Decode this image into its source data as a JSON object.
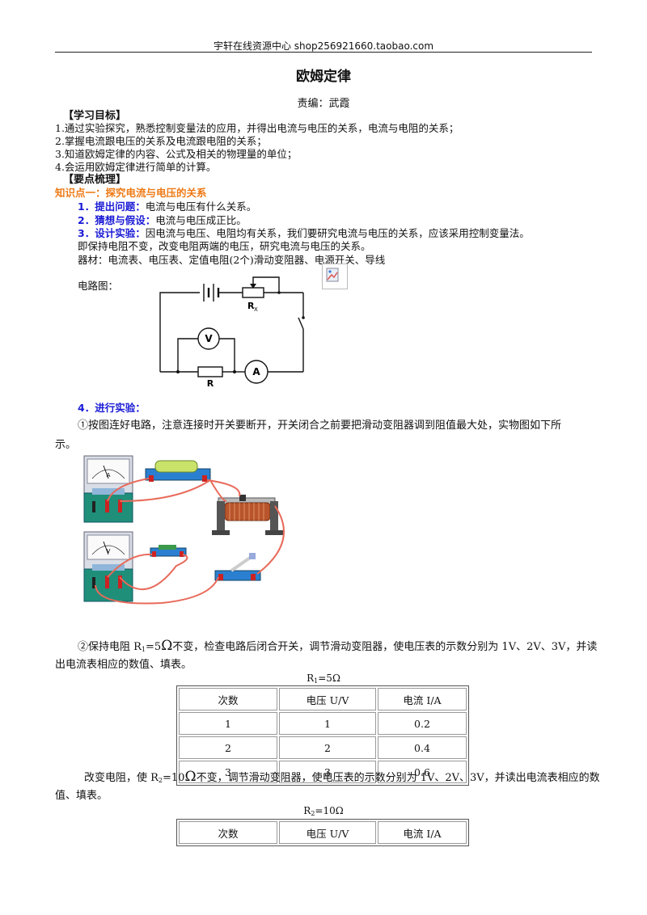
{
  "header": {
    "text": "宇轩在线资源中心   shop256921660.taobao.com"
  },
  "doc": {
    "title": "欧姆定律",
    "author": "责编：武霞"
  },
  "goals": {
    "heading": "【学习目标】",
    "items": [
      "1.通过实验探究，熟悉控制变量法的应用，并得出电流与电压的关系，电流与电阻的关系；",
      "2.掌握电流跟电压的关系及电流跟电阻的关系；",
      "3.知道欧姆定律的内容、公式及相关的物理量的单位；",
      "4.会运用欧姆定律进行简单的计算。"
    ]
  },
  "points": {
    "heading": "【要点梳理】",
    "kp1": "知识点一：探究电流与电压的关系",
    "s1_label": "1．提出问题：",
    "s1_text": "电流与电压有什么关系。",
    "s2_label": "2．猜想与假设：",
    "s2_text": "电流与电压成正比。",
    "s3_label": "3．设计实验：",
    "s3_text": "因电流与电压、电阻均有关系，我们要研究电流与电压的关系，应该采用控制变量法。",
    "s3_text2": "即保持电阻不变，改变电阻两端的电压，研究电流与电压的关系。",
    "equipment": "器材：电流表、电压表、定值电阻(2个)滑动变阻器、电源开关、导线",
    "circuit_label": "电路图：",
    "circuit": {
      "rx": "R",
      "rx_sub": "X",
      "v": "V",
      "a": "A",
      "r": "R"
    },
    "s4_label": "4．进行实验：",
    "p1_line1": "①按图连好电路，注意连接时开关要断开，开关闭合之前要把滑动变阻器调到阻值最大处，实物图如下所",
    "p1_line2": "示。",
    "p2_line1_a": "②保持电阻 R",
    "p2_line1_sub": "1",
    "p2_line1_b": "=5",
    "p2_line1_c": "不变，检查电路后闭合开关，调节滑动变阻器，使电压表的示数分别为 1V、2V、3V，并读",
    "p2_line2": "出电流表相应的数值、填表。",
    "p3_line1_a": "改变电阻，使 R",
    "p3_line1_sub": "2",
    "p3_line1_b": "=10",
    "p3_line1_c": "不变，调节滑动变阻器，使电压表的示数分别为 1V、2V、3V，并读出电流表相应的数",
    "p3_line2": "值、填表。",
    "omega": "Ω"
  },
  "table1": {
    "caption_a": "R",
    "caption_sub": "1",
    "caption_b": "=5Ω",
    "headers": [
      "次数",
      "电压 U/V",
      "电流 I/A"
    ],
    "rows": [
      [
        "1",
        "1",
        "0.2"
      ],
      [
        "2",
        "2",
        "0.4"
      ],
      [
        "3",
        "3",
        "0.6"
      ]
    ]
  },
  "table2": {
    "caption_a": "R",
    "caption_sub": "2",
    "caption_b": "=10Ω",
    "headers": [
      "次数",
      "电压 U/V",
      "电流 I/A"
    ]
  },
  "photo": {
    "meter_a": "A",
    "meter_v": "V"
  }
}
